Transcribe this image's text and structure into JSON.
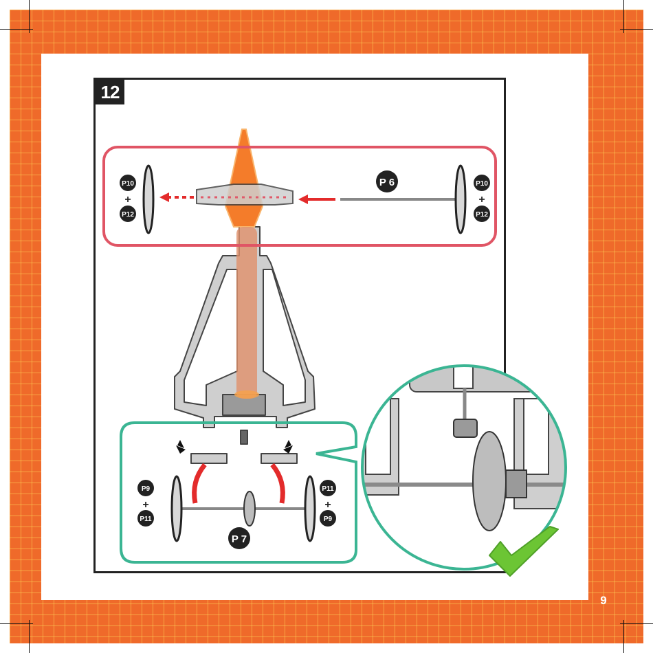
{
  "step": {
    "number": "12"
  },
  "top_group": {
    "axle_label": "P 6",
    "left_wheel": {
      "top": "P10",
      "plus": "+",
      "bottom": "P12"
    },
    "right_wheel": {
      "top": "P10",
      "plus": "+",
      "bottom": "P12"
    }
  },
  "bottom_group": {
    "axle_label": "P 7",
    "left_wheel": {
      "top": "P9",
      "plus": "+",
      "bottom": "P11"
    },
    "right_wheel": {
      "top": "P11",
      "plus": "+",
      "bottom": "P9"
    }
  },
  "page": {
    "number": "9"
  },
  "colors": {
    "background": "#ef6a2a",
    "grid": "#ffd75a",
    "top_group_border": "#e05565",
    "bottom_group_border": "#3bb593",
    "arrow": "#e32b2b",
    "highlight": "#f47c2a",
    "check": "#6cc534",
    "frame_part": "#c8c8c8"
  },
  "icons": {
    "check": "checkmark-icon",
    "arrow": "arrow-left-icon"
  }
}
